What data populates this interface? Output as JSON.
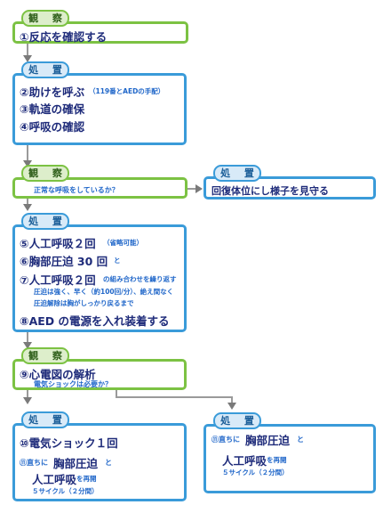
{
  "tags": {
    "obs": "観 察",
    "act": "処 置"
  },
  "box1": {
    "line1": "①反応を確認する"
  },
  "box2": {
    "line1_main": "②助けを呼ぶ",
    "line1_note": "（119番とAEDの手配）",
    "line2": "③軌道の確保",
    "line3": "④呼吸の確認"
  },
  "box3": {
    "question": "正常な呼吸をしているか？"
  },
  "box3r": {
    "line1": "回復体位にし様子を見守る"
  },
  "box4": {
    "l1_main": "⑤人工呼吸２回",
    "l1_note": "（省略可能）",
    "l2_main": "⑥胸部圧迫 30 回",
    "l2_note": "と",
    "l3_main": "⑦人工呼吸２回",
    "l3_note": "の組み合わせを繰り返す",
    "l4": "圧迫は強く、早く（約100回/分）、絶え間なく",
    "l5": "圧迫解除は胸がしっかり戻るまで",
    "l6": "⑧AED の電源を入れ装着する"
  },
  "box5": {
    "line1": "⑨心電図の解析",
    "question": "電気ショックは必要か？"
  },
  "box6": {
    "l1": "⑩電気ショック１回",
    "l2_pre": "⑪直ちに",
    "l2_main": "胸部圧迫",
    "l2_post": "と",
    "l3_main": "人工呼吸",
    "l3_note": "を再開",
    "l4": "５サイクル（２分間）"
  },
  "box7": {
    "l1_pre": "⑪直ちに",
    "l1_main": "胸部圧迫",
    "l1_post": "と",
    "l2_main": "人工呼吸",
    "l2_note": "を再開",
    "l3": "５サイクル（２分間）"
  }
}
